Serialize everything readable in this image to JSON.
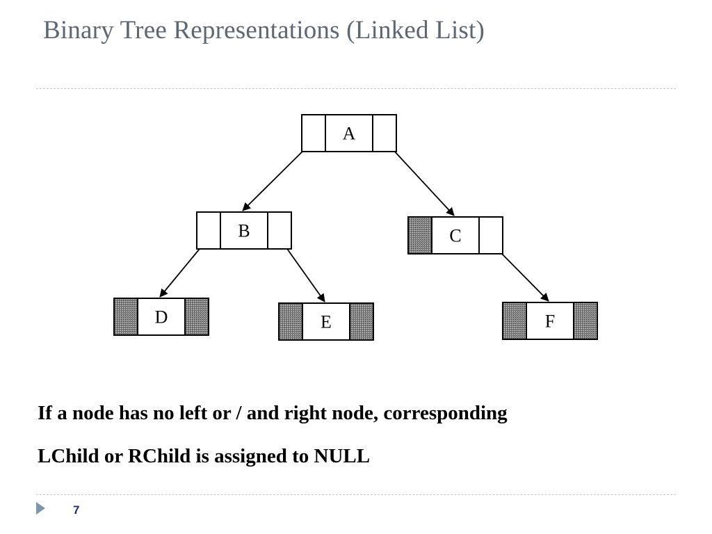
{
  "slide": {
    "title": "Binary Tree Representations (Linked List)",
    "caption_line1": "If a node has no left or / and right node, corresponding",
    "caption_line2": "LChild or RChild is assigned to NULL",
    "page_number": "7"
  },
  "tree": {
    "nodes": [
      {
        "id": "A",
        "label": "A",
        "left_null": false,
        "right_null": false
      },
      {
        "id": "B",
        "label": "B",
        "left_null": false,
        "right_null": false
      },
      {
        "id": "C",
        "label": "C",
        "left_null": true,
        "right_null": false
      },
      {
        "id": "D",
        "label": "D",
        "left_null": true,
        "right_null": true
      },
      {
        "id": "E",
        "label": "E",
        "left_null": true,
        "right_null": true
      },
      {
        "id": "F",
        "label": "F",
        "left_null": true,
        "right_null": true
      }
    ],
    "edges": [
      {
        "from": "A",
        "to": "B",
        "side": "left"
      },
      {
        "from": "A",
        "to": "C",
        "side": "right"
      },
      {
        "from": "B",
        "to": "D",
        "side": "left"
      },
      {
        "from": "B",
        "to": "E",
        "side": "right"
      },
      {
        "from": "C",
        "to": "F",
        "side": "right"
      }
    ]
  }
}
